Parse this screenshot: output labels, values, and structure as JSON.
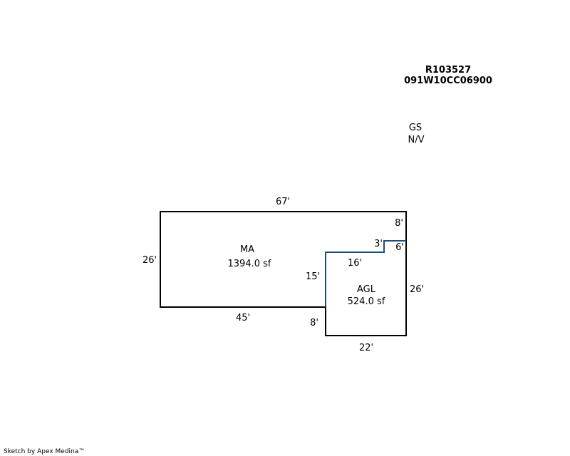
{
  "parcel": {
    "account": "R103527",
    "map_tax_lot": "091W10CC06900"
  },
  "notes": {
    "line1": "GS",
    "line2": "N/V"
  },
  "areas": {
    "main": {
      "code": "MA",
      "area": "1394.0 sf"
    },
    "garage": {
      "code": "AGL",
      "area": "524.0 sf"
    }
  },
  "dimensions": {
    "top": "67'",
    "left": "26'",
    "bottom_main": "45'",
    "right_upper": "8'",
    "notch_top": "3'",
    "notch_right": "6'",
    "garage_left": "15'",
    "garage_top": "16'",
    "garage_right": "26'",
    "garage_left_lower": "8'",
    "garage_bottom": "22'"
  },
  "colors": {
    "outline": "#000000",
    "shared_wall": "#1f4e79"
  },
  "footer": {
    "credit": "Sketch by Apex Medina™"
  }
}
